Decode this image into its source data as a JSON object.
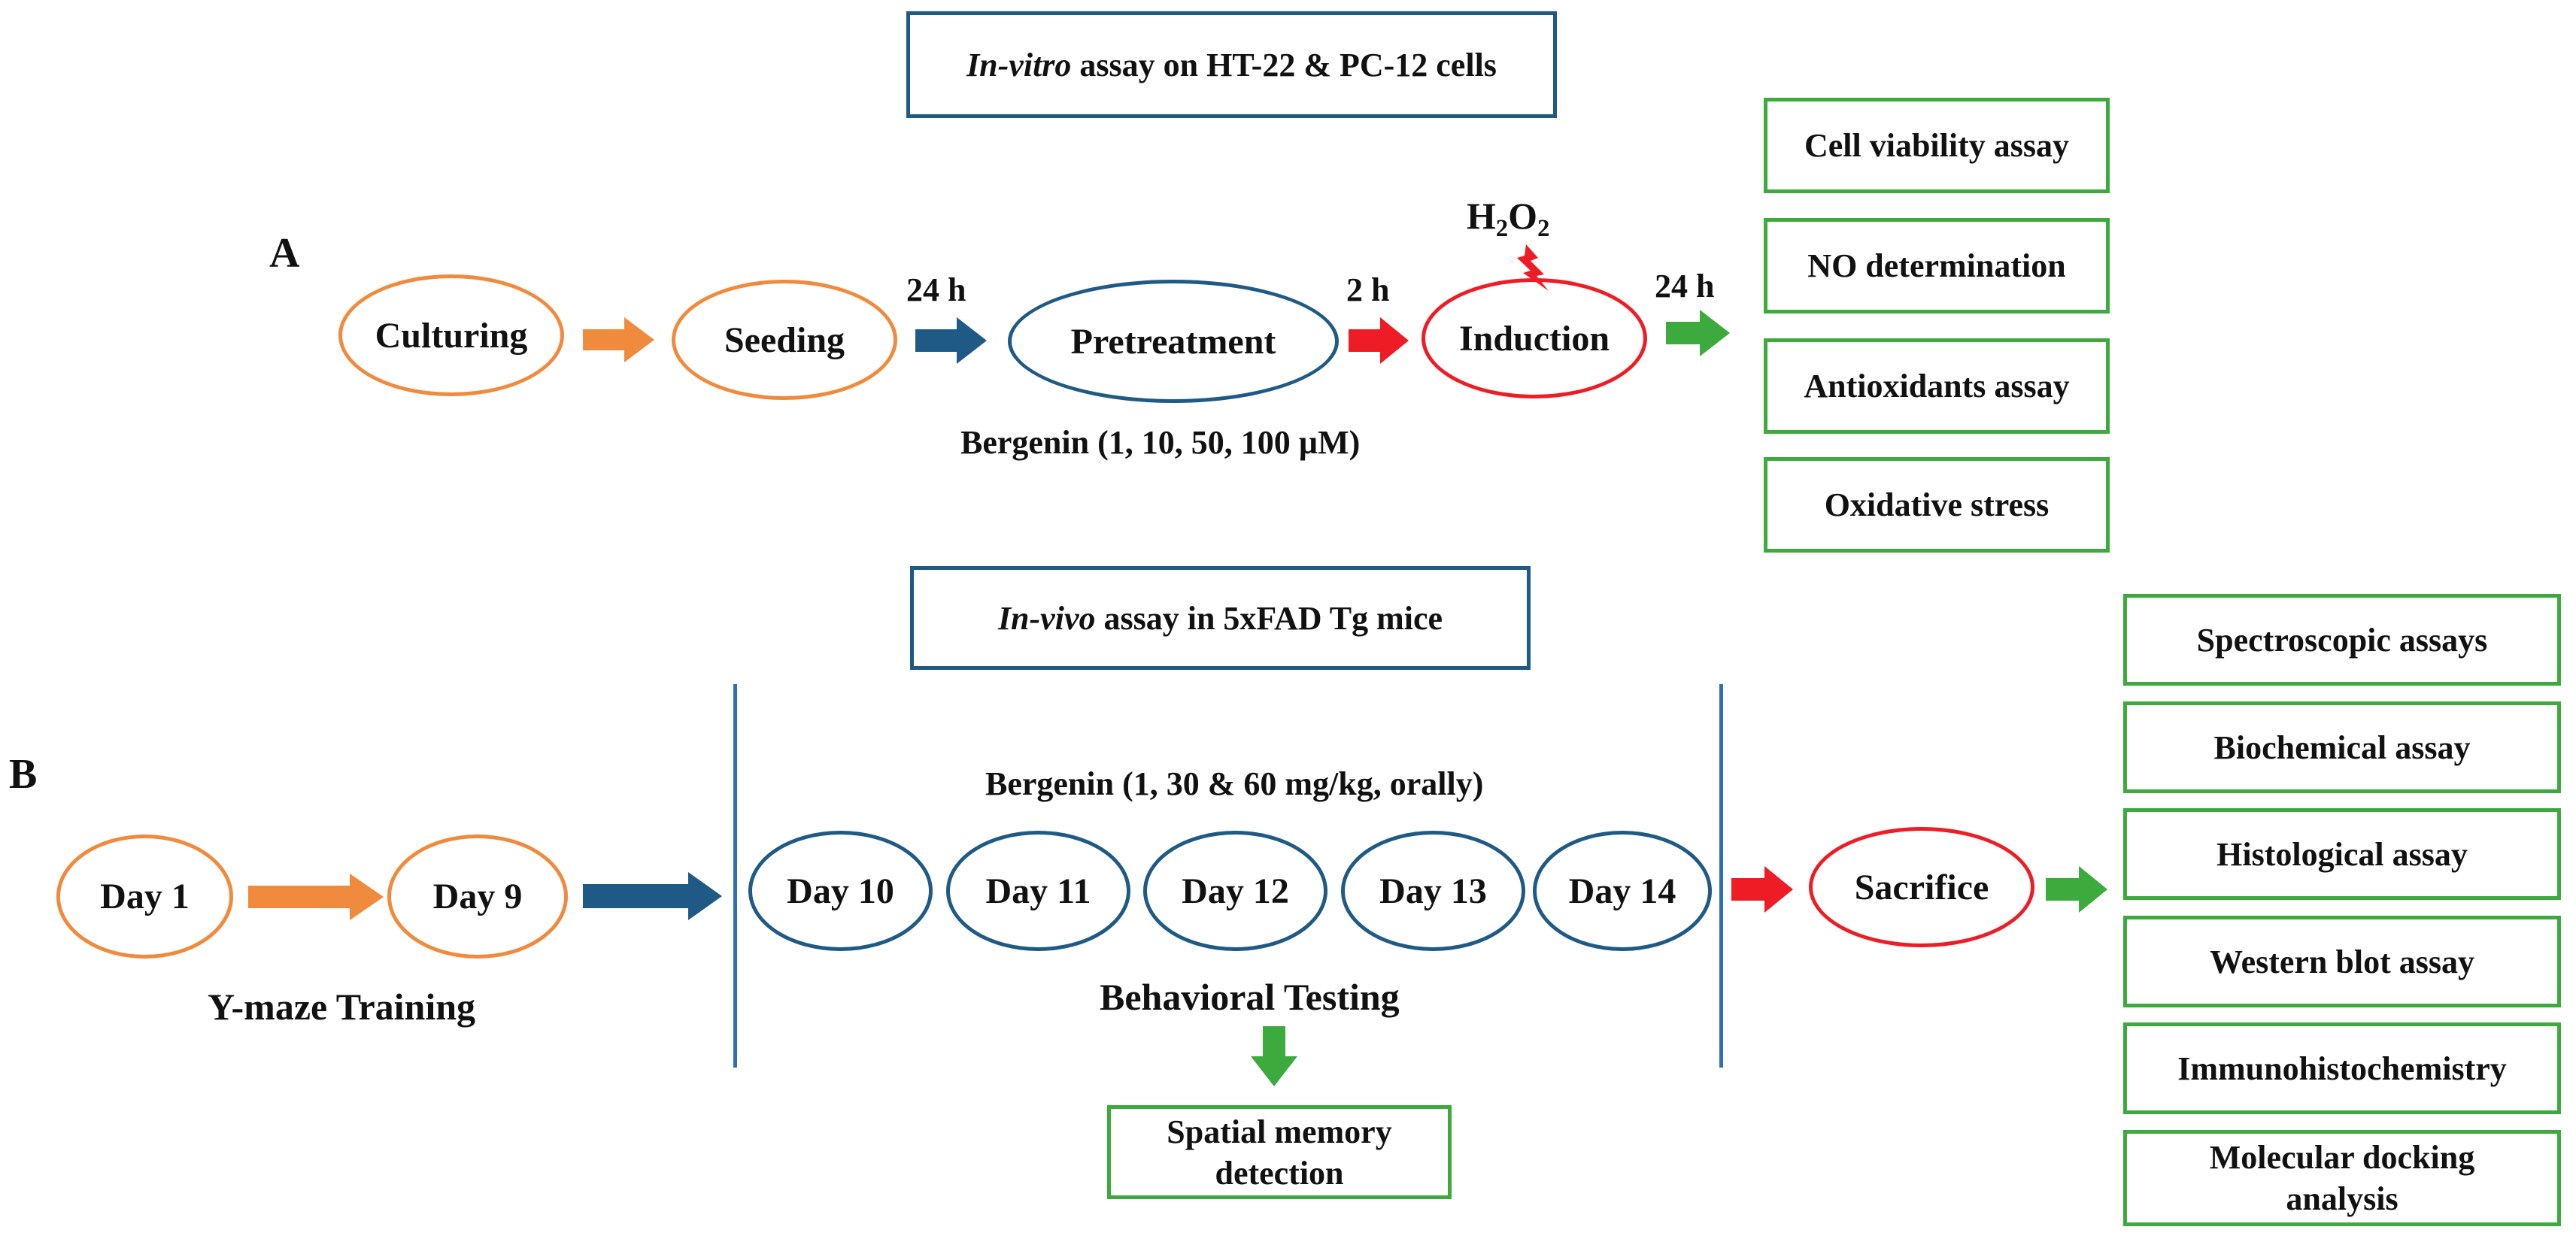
{
  "panel_a": {
    "letter": "A",
    "title_italic": "In-vitro",
    "title_rest": " assay on HT-22 & PC-12 cells",
    "steps": [
      "Culturing",
      "Seeding",
      "Pretreatment",
      "Induction"
    ],
    "time_labels": [
      "24 h",
      "2 h",
      "24 h"
    ],
    "inducer": {
      "base": "H",
      "sub1": "2",
      "mid": "O",
      "sub2": "2"
    },
    "treatment": "Bergenin (1, 10, 50, 100 µM)",
    "outcomes": [
      "Cell viability assay",
      "NO determination",
      "Antioxidants assay",
      "Oxidative stress"
    ]
  },
  "panel_b": {
    "letter": "B",
    "title_italic": "In-vivo",
    "title_rest": " assay in 5xFAD Tg mice",
    "training_days": [
      "Day 1",
      "Day 9"
    ],
    "training_label": "Y-maze Training",
    "treatment": "Bergenin (1, 30 & 60 mg/kg, orally)",
    "test_days": [
      "Day 10",
      "Day 11",
      "Day 12",
      "Day 13",
      "Day 14"
    ],
    "testing_label": "Behavioral Testing",
    "memory_box": "Spatial memory detection",
    "sacrifice": "Sacrifice",
    "outcomes": [
      "Spectroscopic assays",
      "Biochemical assay",
      "Histological assay",
      "Western blot assay",
      "Immunohistochemistry",
      "Molecular docking analysis"
    ]
  },
  "colors": {
    "orange": "#f08a3c",
    "navy": "#1f5a86",
    "red": "#ee1c24",
    "green": "#3daa3d",
    "divider": "#2f6fb3"
  }
}
